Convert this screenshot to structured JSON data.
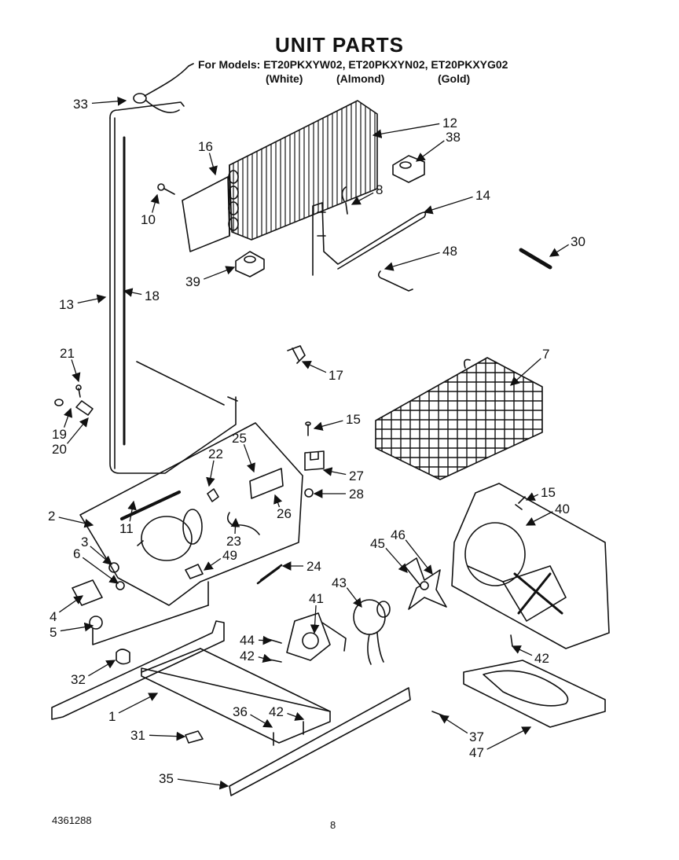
{
  "header": {
    "title": "UNIT PARTS",
    "models_line": "For Models: ET20PKXYW02, ET20PKXYN02, ET20PKXYG02",
    "colors": [
      "(White)",
      "(Almond)",
      "(Gold)"
    ]
  },
  "footer": {
    "doc_number": "4361288",
    "page_number": "8"
  },
  "callouts": [
    {
      "id": "c33",
      "label": "33"
    },
    {
      "id": "c12",
      "label": "12"
    },
    {
      "id": "c38",
      "label": "38"
    },
    {
      "id": "c16",
      "label": "16"
    },
    {
      "id": "c10",
      "label": "10"
    },
    {
      "id": "c8",
      "label": "8"
    },
    {
      "id": "c14",
      "label": "14"
    },
    {
      "id": "c30",
      "label": "30"
    },
    {
      "id": "c48",
      "label": "48"
    },
    {
      "id": "c39",
      "label": "39"
    },
    {
      "id": "c13",
      "label": "13"
    },
    {
      "id": "c18",
      "label": "18"
    },
    {
      "id": "c21",
      "label": "21"
    },
    {
      "id": "c17",
      "label": "17"
    },
    {
      "id": "c7",
      "label": "7"
    },
    {
      "id": "c19",
      "label": "19"
    },
    {
      "id": "c20",
      "label": "20"
    },
    {
      "id": "c15a",
      "label": "15"
    },
    {
      "id": "c22",
      "label": "22"
    },
    {
      "id": "c25",
      "label": "25"
    },
    {
      "id": "c27",
      "label": "27"
    },
    {
      "id": "c28",
      "label": "28"
    },
    {
      "id": "c15b",
      "label": "15"
    },
    {
      "id": "c40",
      "label": "40"
    },
    {
      "id": "c2",
      "label": "2"
    },
    {
      "id": "c11",
      "label": "11"
    },
    {
      "id": "c26",
      "label": "26"
    },
    {
      "id": "c3",
      "label": "3"
    },
    {
      "id": "c6",
      "label": "6"
    },
    {
      "id": "c23",
      "label": "23"
    },
    {
      "id": "c49",
      "label": "49"
    },
    {
      "id": "c46",
      "label": "46"
    },
    {
      "id": "c45",
      "label": "45"
    },
    {
      "id": "c24",
      "label": "24"
    },
    {
      "id": "c41",
      "label": "41"
    },
    {
      "id": "c43",
      "label": "43"
    },
    {
      "id": "c4",
      "label": "4"
    },
    {
      "id": "c5",
      "label": "5"
    },
    {
      "id": "c44",
      "label": "44"
    },
    {
      "id": "c42a",
      "label": "42"
    },
    {
      "id": "c42b",
      "label": "42"
    },
    {
      "id": "c32",
      "label": "32"
    },
    {
      "id": "c1",
      "label": "1"
    },
    {
      "id": "c36",
      "label": "36"
    },
    {
      "id": "c42c",
      "label": "42"
    },
    {
      "id": "c37",
      "label": "37"
    },
    {
      "id": "c47",
      "label": "47"
    },
    {
      "id": "c31",
      "label": "31"
    },
    {
      "id": "c35",
      "label": "35"
    }
  ]
}
